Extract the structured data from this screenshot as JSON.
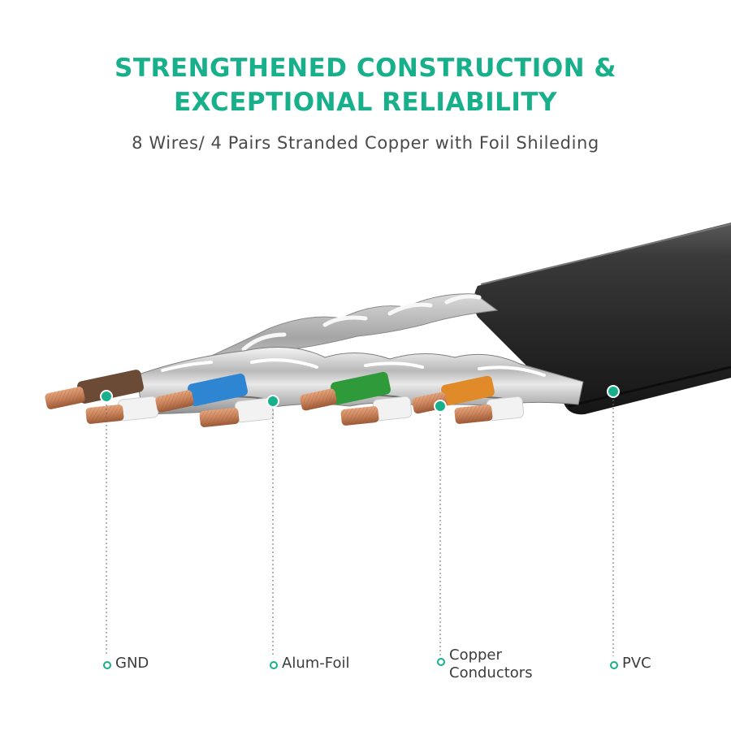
{
  "header": {
    "title_line1": "STRENGTHENED CONSTRUCTION &",
    "title_line2": "EXCEPTIONAL RELIABILITY",
    "subtitle": "8 Wires/ 4 Pairs Stranded Copper with Foil Shileding"
  },
  "labels": {
    "gnd": "GND",
    "alum_foil": "Alum-Foil",
    "copper": "Copper\nConductors",
    "pvc": "PVC"
  },
  "colors": {
    "accent": "#17b08a",
    "jacket": "#2c2c2c",
    "copper": "#c8825a",
    "wire_brown": "#6b4a36",
    "wire_blue": "#2e86d3",
    "wire_green": "#2f9a3a",
    "wire_orange": "#e08a2a"
  }
}
